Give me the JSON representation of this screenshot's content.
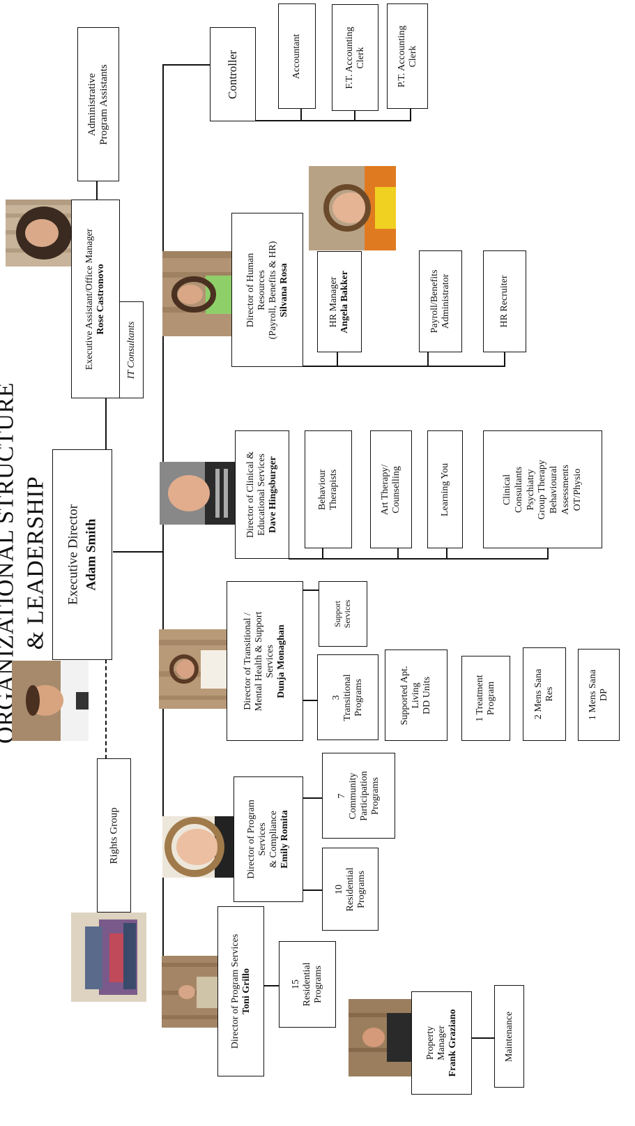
{
  "title": {
    "line1": "ORGANIZATIONAL STRUCTURE",
    "line2": "& LEADERSHIP"
  },
  "executive": {
    "role": "Executive Director",
    "name": "Adam Smith"
  },
  "assistant": {
    "role": "Executive Assistant/Office  Manager",
    "name": "Rose Castronovo"
  },
  "admin_assistants": [
    "Administrative",
    "Program Assistants"
  ],
  "it_consultants": "IT Consultants",
  "rights_group": "Rights Group",
  "controller": {
    "label": "Controller",
    "reports": [
      [
        "Accountant"
      ],
      [
        "F.T. Accounting",
        "Clerk"
      ],
      [
        "P.T. Accounting",
        "Clerk"
      ]
    ]
  },
  "hr": {
    "role_lines": [
      "Director of Human",
      "Resources",
      "(Payroll, Benefits & HR)"
    ],
    "name": "Silvana Rosa",
    "manager_role": "HR Manager",
    "manager_name": "Angela Bakker",
    "reports": [
      [
        "Payroll/Benefits",
        "Administrator"
      ],
      [
        "HR Recruiter"
      ]
    ]
  },
  "clinical": {
    "role_lines": [
      "Director of Clinical &",
      "Educational Services"
    ],
    "name": "Dave Hingsburger",
    "reports": [
      [
        "Behaviour",
        "Therapists"
      ],
      [
        "Art Therapy/",
        "Counselling"
      ],
      [
        "Learning You"
      ],
      [
        "Clinical",
        "Consultants",
        "Psychiatry",
        "Group Therapy",
        "Behavioural",
        "Assessments",
        "OT/Physio"
      ]
    ]
  },
  "transitional": {
    "role_lines": [
      "Director of Transitional /",
      "Mental Health & Support",
      "Services"
    ],
    "name": "Dunja Monaghan",
    "support": [
      "Support",
      "Services"
    ],
    "reports": [
      [
        "3",
        "Transitional",
        "Programs"
      ],
      [
        "Supported Apt.",
        "Living",
        "DD Units"
      ],
      [
        "1 Treatment",
        "Program"
      ],
      [
        "2 Mens Sana",
        "Res"
      ],
      [
        "1 Mens Sana",
        "DP"
      ]
    ]
  },
  "program_compliance": {
    "role_lines": [
      "Director of Program",
      "Services",
      "& Compliance"
    ],
    "name": "Emily Romita",
    "reports": [
      [
        "7",
        "Community",
        "Participation",
        "Programs"
      ],
      [
        "10",
        "Residential",
        "Programs"
      ]
    ]
  },
  "program_services": {
    "role": "Director of Program Services",
    "name": "Toni Grillo",
    "reports": [
      [
        "15",
        "Residential",
        "Programs"
      ]
    ]
  },
  "property": {
    "role_lines": [
      "Property",
      "Manager"
    ],
    "name": "Frank Graziano",
    "maintenance": "Maintenance"
  },
  "colors": {
    "line": "#111111",
    "wood": "#b9a58c",
    "wall": "#d8d2c8"
  }
}
